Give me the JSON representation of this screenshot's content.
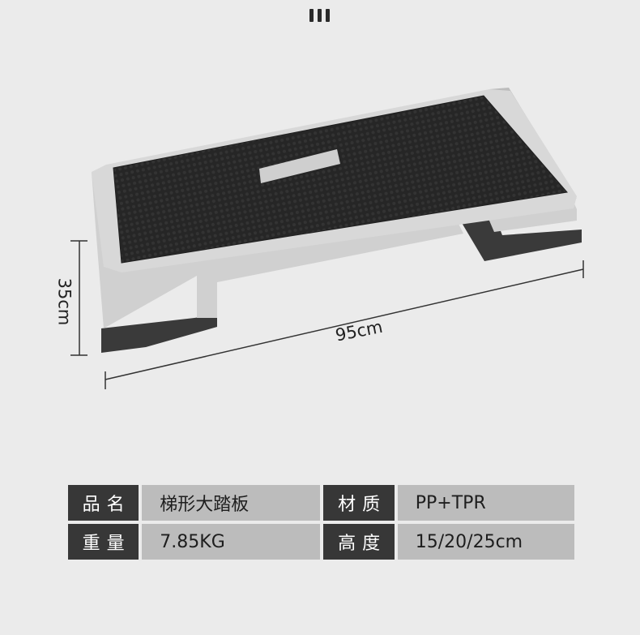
{
  "dimensions": {
    "width_label": "95cm",
    "height_label": "35cm"
  },
  "specs": [
    {
      "key": "品名",
      "value": "梯形大踏板",
      "key2": "材质",
      "value2": "PP+TPR"
    },
    {
      "key": "重量",
      "value": "7.85KG",
      "key2": "高度",
      "value2": "15/20/25cm"
    }
  ],
  "colors": {
    "background": "#ebebeb",
    "step_body": "#d3d3d3",
    "step_top": "#262626",
    "table_key": "#373737",
    "table_value": "#bcbcbc"
  }
}
